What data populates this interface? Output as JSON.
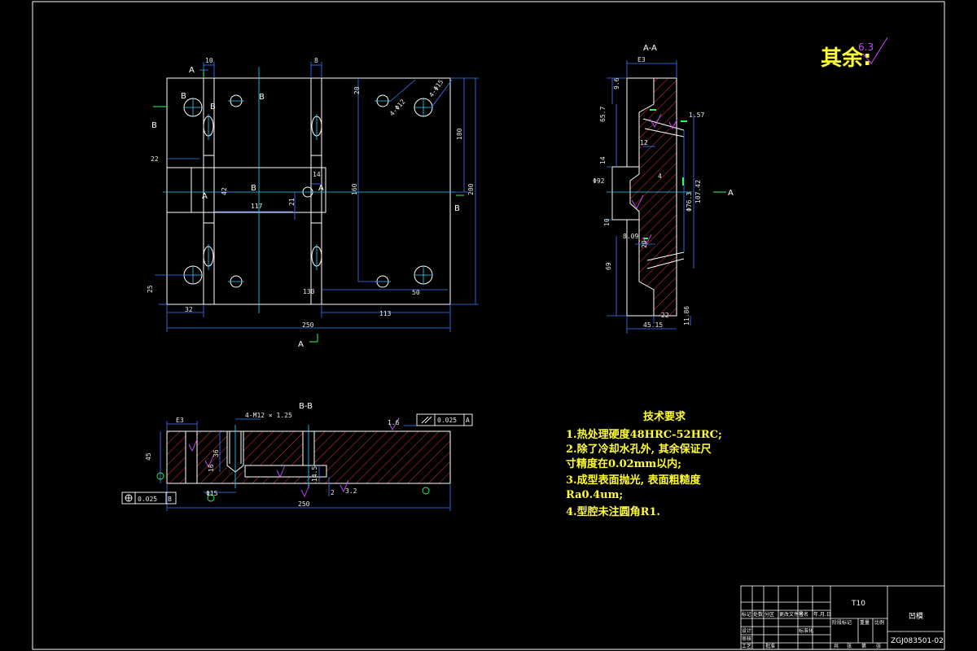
{
  "colors": {
    "background": "#000000",
    "outline": "#ffffff",
    "hatch": "#ff3b3b",
    "dimension": "#3c7bff",
    "center": "#29d7ff",
    "roughness": "#c84cff",
    "note": "#ffff33",
    "green": "#2aff5a"
  },
  "roughness": {
    "prefix": "其余:",
    "value": "6.3"
  },
  "views": {
    "section_aa": "A-A",
    "section_bb": "B-B",
    "cut_a": "A",
    "cut_b": "B"
  },
  "plan_dims": {
    "d10": "10",
    "d8": "8",
    "d20": "20",
    "hole4": "4-Φ12",
    "hole4b": "4-Φ15",
    "d22": "22",
    "d42": "42",
    "d117": "117",
    "d21": "21",
    "d14": "14",
    "d160": "160",
    "d180": "180",
    "d200": "200",
    "d25": "25",
    "d32": "32",
    "d130": "130",
    "d50": "50",
    "d113": "113",
    "d250": "250"
  },
  "aa_dims": {
    "e3": "E3",
    "d96": "9.6",
    "d657": "65.7",
    "d14": "14",
    "d12": "12",
    "d992": "Φ92",
    "r157": "1.57",
    "d4": "4",
    "d763": "Φ76.3",
    "d1074": "107.42",
    "d10": "10",
    "d809": "8.09",
    "d20": "20",
    "d69": "69",
    "d22": "22",
    "d4515": "45.15",
    "d1186": "11.86"
  },
  "bb_dims": {
    "e3": "E3",
    "thread": "4-M12 × 1.25",
    "flat": "0.025",
    "datum": "A",
    "d45": "45",
    "d36": "36",
    "d16": "16",
    "d15": "Φ15",
    "d145": "14.5",
    "d2": "2",
    "d250": "250",
    "pos": "0.025",
    "datum_b": "B",
    "r32": "3.2",
    "r16": "1.6"
  },
  "notes": {
    "title": "技术要求",
    "lines": [
      "1.热处理硬度48HRC-52HRC;",
      "2.除了冷却水孔外, 其余保证尺",
      "寸精度在0.02mm以内;",
      "3.成型表面抛光, 表面粗糙度",
      "Ra0.4um;",
      "4.型腔未注圆角R1."
    ]
  },
  "title_block": {
    "material": "T10",
    "part_name": "凹模",
    "drawing_no": "ZGJ083501-02",
    "small": [
      "标记",
      "处数",
      "分区",
      "更改文件号",
      "签名",
      "年.月.日",
      "设计",
      "标准化",
      "阶段标记",
      "重量",
      "比例",
      "审核",
      "工艺",
      "批准",
      "共",
      "张",
      "第",
      "张"
    ]
  }
}
